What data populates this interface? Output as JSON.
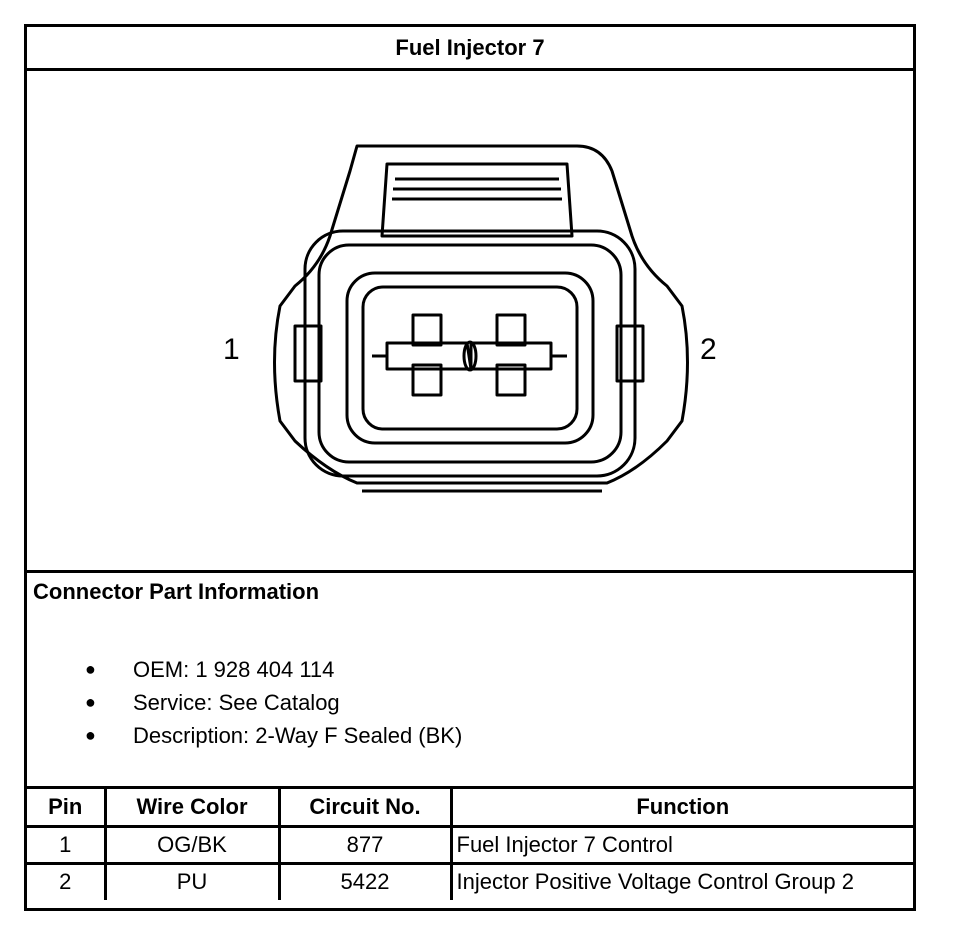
{
  "title": "Fuel Injector 7",
  "diagram": {
    "pin_label_left": "1",
    "pin_label_right": "2"
  },
  "connector_info": {
    "heading": "Connector Part Information",
    "items": [
      "OEM: 1 928 404 114",
      "Service: See Catalog",
      "Description: 2-Way F Sealed (BK)"
    ],
    "bullet": "●"
  },
  "pin_table": {
    "headers": [
      "Pin",
      "Wire Color",
      "Circuit No.",
      "Function"
    ],
    "rows": [
      [
        "1",
        "OG/BK",
        "877",
        "Fuel Injector 7 Control"
      ],
      [
        "2",
        "PU",
        "5422",
        "Injector Positive Voltage Control Group 2"
      ]
    ]
  }
}
